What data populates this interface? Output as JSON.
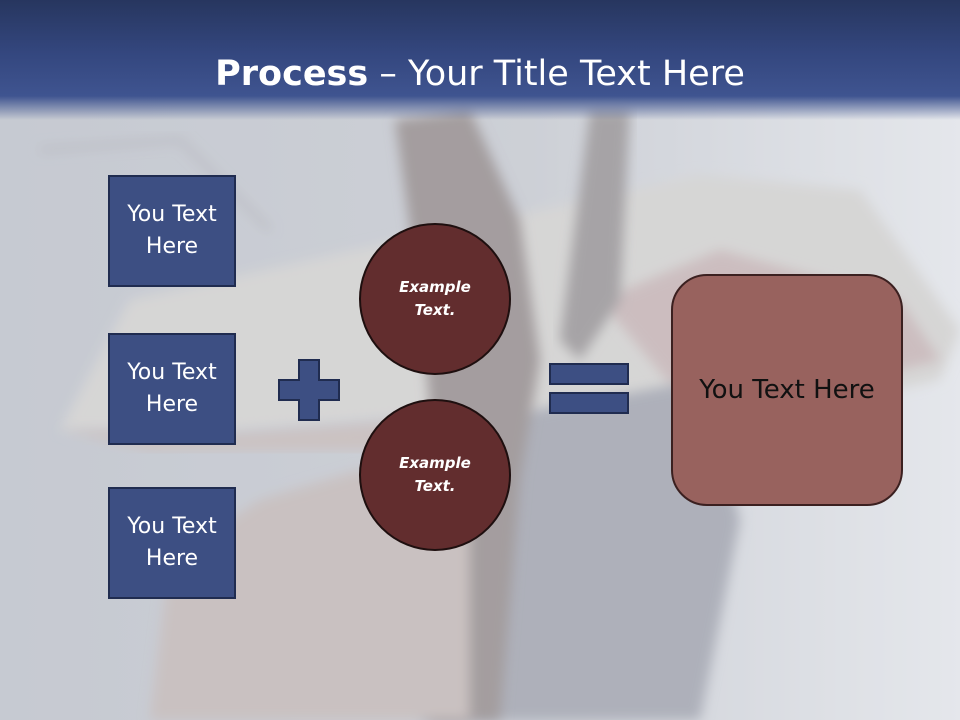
{
  "slide": {
    "title_bold": "Process",
    "title_rest": " – Your Title Text Here"
  },
  "left_boxes": [
    {
      "label": "You Text Here"
    },
    {
      "label": "You Text Here"
    },
    {
      "label": "You Text Here"
    }
  ],
  "circles": [
    {
      "label": "Example Text."
    },
    {
      "label": "Example Text."
    }
  ],
  "result": {
    "label": "You Text Here"
  },
  "colors": {
    "header": "#34477f",
    "box_fill": "#3d4f83",
    "circle_fill": "#622d2e",
    "result_fill": "#98625e"
  },
  "icons": [
    "plus-icon",
    "equals-icon"
  ]
}
